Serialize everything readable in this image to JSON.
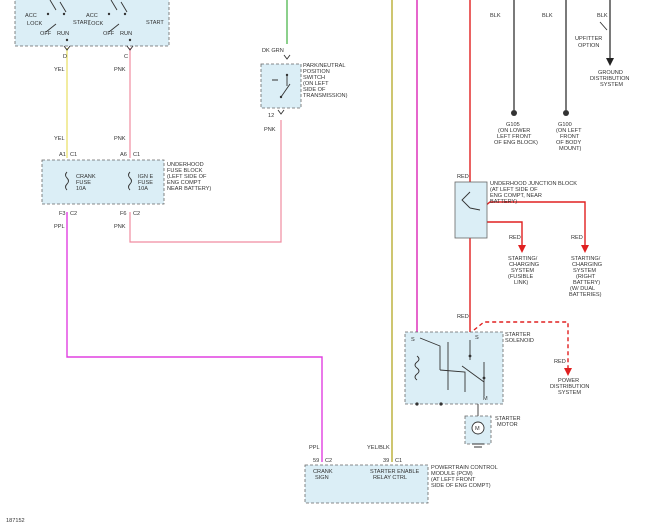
{
  "colors": {
    "yellow": "#e8e060",
    "pink": "#f08ca0",
    "purple": "#e040e0",
    "green": "#40b040",
    "olive": "#c8c060",
    "magenta": "#e040c0",
    "red": "#e02020",
    "black": "#222222",
    "box_fill": "#dbeef6"
  },
  "ignition": {
    "acc": "ACC",
    "lock": "LOCK",
    "off": "OFF",
    "run": "RUN",
    "start": "START"
  },
  "wires": {
    "d": "D",
    "c": "C",
    "yel": "YEL",
    "pnk": "PNK",
    "ppl": "PPL",
    "dk_grn": "DK GRN",
    "yel_blk": "YEL/BLK",
    "red": "RED",
    "blk": "BLK"
  },
  "fuse_block": {
    "a1": "A1",
    "c1": "C1",
    "a6": "A6",
    "f3": "F3",
    "c2": "C2",
    "f6": "F6",
    "crank": "CRANK",
    "ign_e": "IGN E",
    "fuse": "FUSE",
    "amp": "10A",
    "label_lines": [
      "UNDERHOOD",
      "FUSE BLOCK",
      "(LEFT SIDE OF",
      "ENG COMPT",
      "NEAR BATTERY)"
    ]
  },
  "park_neutral": {
    "pin": "12",
    "label_lines": [
      "PARK/NEUTRAL",
      "POSITION",
      "SWITCH",
      "(ON LEFT",
      "SIDE OF",
      "TRANSMISSION)"
    ]
  },
  "grounds": {
    "g105": "G105",
    "g105_lines": [
      "(ON LOWER",
      "LEFT FRONT",
      "OF ENG BLOCK)"
    ],
    "g100": "G100",
    "g100_lines": [
      "(ON LEFT",
      "FRONT",
      "OF BODY",
      "MOUNT)"
    ]
  },
  "upfitter": [
    "UPFITTER",
    "OPTION"
  ],
  "ground_dist": [
    "GROUND",
    "DISTRIBUTION",
    "SYSTEM"
  ],
  "junction_block": [
    "UNDERHOOD JUNCTION BLOCK",
    "(AT LEFT SIDE OF",
    "ENG COMPT, NEAR",
    "BATTERY)"
  ],
  "starting_fusible": [
    "STARTING/",
    "CHARGING",
    "SYSTEM",
    "(FUSIBLE",
    "LINK)"
  ],
  "starting_right": [
    "STARTING/",
    "CHARGING",
    "SYSTEM",
    "(RIGHT",
    "BATTERY)",
    "(W/ DUAL",
    "BATTERIES)"
  ],
  "solenoid": {
    "s_left": "S",
    "s_right": "S",
    "m": "M",
    "label_lines": [
      "STARTER",
      "SOLENOID"
    ]
  },
  "power_dist": [
    "POWER",
    "DISTRIBUTION",
    "SYSTEM"
  ],
  "motor": {
    "symbol": "M",
    "label_lines": [
      "STARTER",
      "MOTOR"
    ]
  },
  "pcm": {
    "pin_left": "59",
    "conn_left": "C2",
    "pin_right": "39",
    "conn_right": "C1",
    "crank_sign": [
      "CRANK",
      "SIGN"
    ],
    "relay_ctrl": [
      "STARTER ENABLE",
      "RELAY CTRL"
    ],
    "label_lines": [
      "POWERTRAIN CONTROL",
      "MODULE (PCM)",
      "(AT LEFT FRONT",
      "SIDE OF ENG COMPT)"
    ]
  },
  "figure_id": "187152"
}
